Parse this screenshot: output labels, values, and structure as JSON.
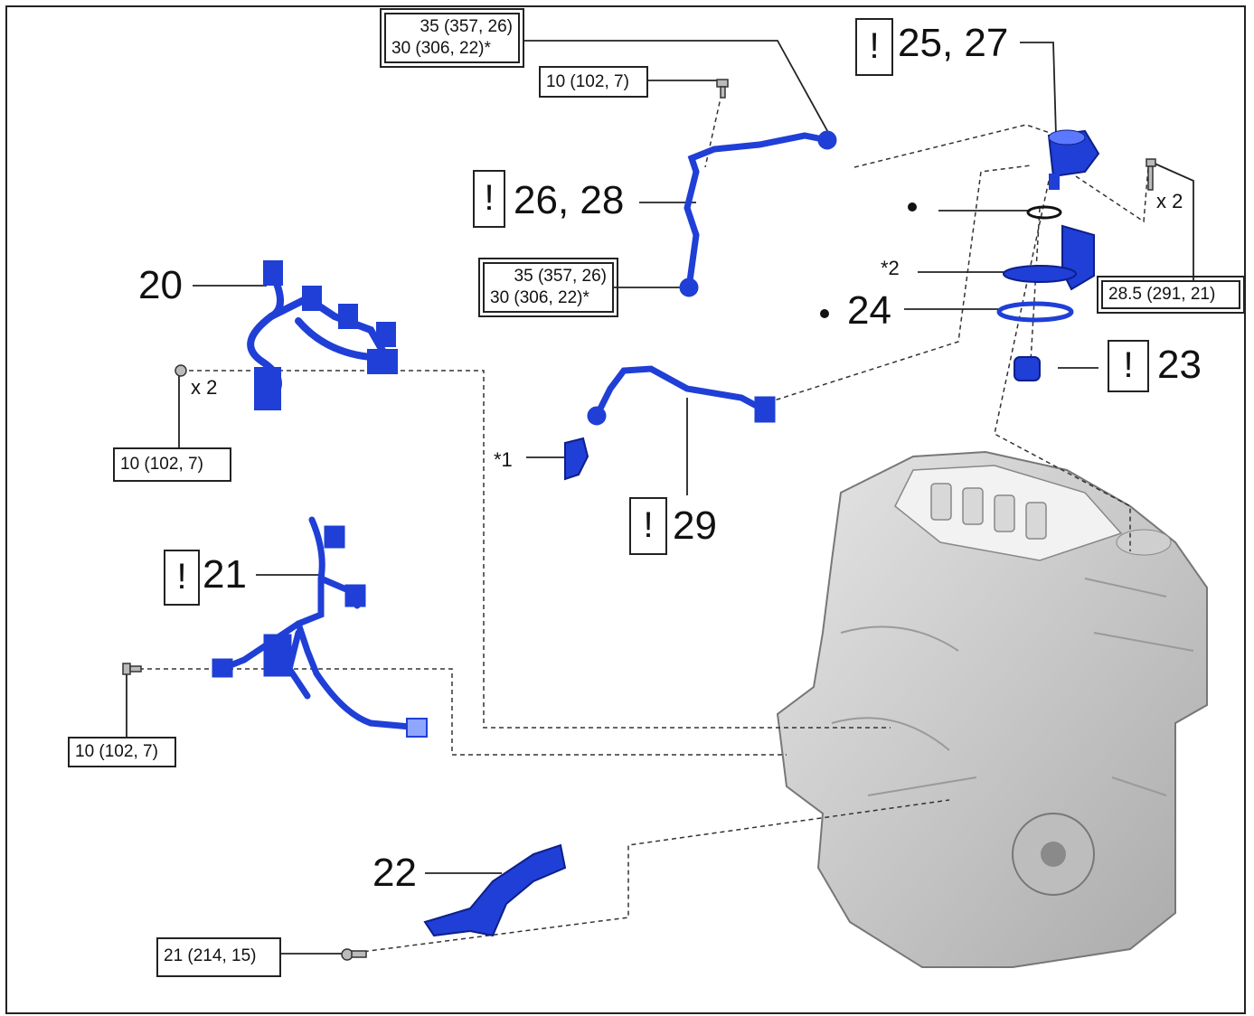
{
  "colors": {
    "part_blue": "#1f3fd6",
    "part_blue_dark": "#0d1f8a",
    "engine_gray": "#c9c9c9",
    "engine_shadow": "#8a8a8a",
    "line": "#222222"
  },
  "callouts": {
    "c20": "20",
    "c21": "21",
    "c22": "22",
    "c23": "23",
    "c24": "24",
    "c25_27": "25, 27",
    "c26_28": "26, 28",
    "c29": "29",
    "star1": "*1",
    "star2": "*2",
    "x2_left": "x 2",
    "x2_right": "x 2"
  },
  "marks": {
    "new_part_symbol": "!"
  },
  "torque": {
    "t_top_double": [
      "35 (357, 26)",
      "30 (306, 22)*"
    ],
    "t_top_bolt": "10 (102, 7)",
    "t_mid_double": [
      "35 (357, 26)",
      "30 (306, 22)*"
    ],
    "t_right": "28.5 (291, 21)",
    "t_left_20": "10 (102, 7)",
    "t_left_21": "10 (102, 7)",
    "t_bottom_22": "21 (214, 15)"
  }
}
